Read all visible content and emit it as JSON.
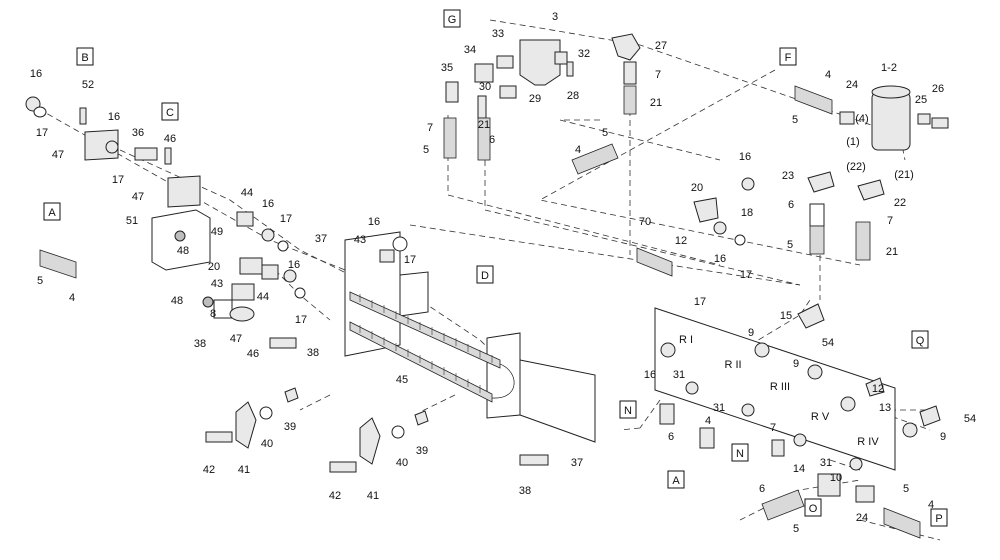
{
  "boxed_labels": [
    {
      "id": "B",
      "text": "B"
    },
    {
      "id": "C",
      "text": "C"
    },
    {
      "id": "A1",
      "text": "A"
    },
    {
      "id": "D",
      "text": "D"
    },
    {
      "id": "G",
      "text": "G"
    },
    {
      "id": "F",
      "text": "F"
    },
    {
      "id": "Q",
      "text": "Q"
    },
    {
      "id": "N1",
      "text": "N"
    },
    {
      "id": "A2",
      "text": "A"
    },
    {
      "id": "N2",
      "text": "N"
    },
    {
      "id": "O",
      "text": "O"
    },
    {
      "id": "P",
      "text": "P"
    }
  ],
  "callouts": [
    {
      "id": "c1",
      "text": "16"
    },
    {
      "id": "c2",
      "text": "17"
    },
    {
      "id": "c3",
      "text": "52"
    },
    {
      "id": "c4",
      "text": "16"
    },
    {
      "id": "c5",
      "text": "47"
    },
    {
      "id": "c6",
      "text": "17"
    },
    {
      "id": "c7",
      "text": "36"
    },
    {
      "id": "c8",
      "text": "46"
    },
    {
      "id": "c9",
      "text": "47"
    },
    {
      "id": "c10",
      "text": "44"
    },
    {
      "id": "c11",
      "text": "16"
    },
    {
      "id": "c12",
      "text": "17"
    },
    {
      "id": "c13",
      "text": "51"
    },
    {
      "id": "c14",
      "text": "49"
    },
    {
      "id": "c15",
      "text": "48"
    },
    {
      "id": "c16",
      "text": "5"
    },
    {
      "id": "c17",
      "text": "4"
    },
    {
      "id": "c18",
      "text": "20"
    },
    {
      "id": "c19",
      "text": "43"
    },
    {
      "id": "c20",
      "text": "44"
    },
    {
      "id": "c21",
      "text": "16"
    },
    {
      "id": "c22",
      "text": "48"
    },
    {
      "id": "c23",
      "text": "8"
    },
    {
      "id": "c24",
      "text": "38"
    },
    {
      "id": "c25",
      "text": "47"
    },
    {
      "id": "c26",
      "text": "46"
    },
    {
      "id": "c27",
      "text": "17"
    },
    {
      "id": "c28",
      "text": "38"
    },
    {
      "id": "c29",
      "text": "37"
    },
    {
      "id": "c30",
      "text": "43"
    },
    {
      "id": "c31",
      "text": "16"
    },
    {
      "id": "c32",
      "text": "17"
    },
    {
      "id": "c33",
      "text": "45"
    },
    {
      "id": "c34",
      "text": "39"
    },
    {
      "id": "c35",
      "text": "40"
    },
    {
      "id": "c36",
      "text": "42"
    },
    {
      "id": "c37",
      "text": "41"
    },
    {
      "id": "c38",
      "text": "39"
    },
    {
      "id": "c39",
      "text": "40"
    },
    {
      "id": "c40",
      "text": "42"
    },
    {
      "id": "c41",
      "text": "41"
    },
    {
      "id": "c42",
      "text": "38"
    },
    {
      "id": "c43",
      "text": "37"
    },
    {
      "id": "c44",
      "text": "3"
    },
    {
      "id": "c45",
      "text": "33"
    },
    {
      "id": "c46",
      "text": "34"
    },
    {
      "id": "c47",
      "text": "35"
    },
    {
      "id": "c48",
      "text": "32"
    },
    {
      "id": "c49",
      "text": "28"
    },
    {
      "id": "c50",
      "text": "29"
    },
    {
      "id": "c51",
      "text": "30"
    },
    {
      "id": "c52",
      "text": "21"
    },
    {
      "id": "c53",
      "text": "6"
    },
    {
      "id": "c54",
      "text": "7"
    },
    {
      "id": "c55",
      "text": "5"
    },
    {
      "id": "c56",
      "text": "27"
    },
    {
      "id": "c57",
      "text": "7"
    },
    {
      "id": "c58",
      "text": "21"
    },
    {
      "id": "c59",
      "text": "5"
    },
    {
      "id": "c60",
      "text": "4"
    },
    {
      "id": "c61",
      "text": "4"
    },
    {
      "id": "c62",
      "text": "1-2"
    },
    {
      "id": "c63",
      "text": "24"
    },
    {
      "id": "c64",
      "text": "26"
    },
    {
      "id": "c65",
      "text": "25"
    },
    {
      "id": "c66",
      "text": "5"
    },
    {
      "id": "c67",
      "text": "(4)"
    },
    {
      "id": "c68",
      "text": "(1)"
    },
    {
      "id": "c69",
      "text": "(22)"
    },
    {
      "id": "c70",
      "text": "(21)"
    },
    {
      "id": "c71",
      "text": "16"
    },
    {
      "id": "c72",
      "text": "23"
    },
    {
      "id": "c73",
      "text": "22"
    },
    {
      "id": "c74",
      "text": "20"
    },
    {
      "id": "c75",
      "text": "6"
    },
    {
      "id": "c76",
      "text": "18"
    },
    {
      "id": "c77",
      "text": "7"
    },
    {
      "id": "c78",
      "text": "16"
    },
    {
      "id": "c79",
      "text": "17"
    },
    {
      "id": "c80",
      "text": "5"
    },
    {
      "id": "c81",
      "text": "21"
    },
    {
      "id": "c82",
      "text": "70"
    },
    {
      "id": "c83",
      "text": "12"
    },
    {
      "id": "c84",
      "text": "15"
    },
    {
      "id": "c85",
      "text": "17"
    },
    {
      "id": "c86",
      "text": "9"
    },
    {
      "id": "c87",
      "text": "54"
    },
    {
      "id": "c88",
      "text": "9"
    },
    {
      "id": "c89",
      "text": "16"
    },
    {
      "id": "c90",
      "text": "31"
    },
    {
      "id": "c91",
      "text": "12"
    },
    {
      "id": "c92",
      "text": "31"
    },
    {
      "id": "c93",
      "text": "13"
    },
    {
      "id": "c94",
      "text": "54"
    },
    {
      "id": "c95",
      "text": "6"
    },
    {
      "id": "c96",
      "text": "4"
    },
    {
      "id": "c97",
      "text": "7"
    },
    {
      "id": "c98",
      "text": "9"
    },
    {
      "id": "c99",
      "text": "14"
    },
    {
      "id": "c100",
      "text": "31"
    },
    {
      "id": "c101",
      "text": "10"
    },
    {
      "id": "c102",
      "text": "6"
    },
    {
      "id": "c103",
      "text": "5"
    },
    {
      "id": "c104",
      "text": "24"
    },
    {
      "id": "c105",
      "text": "5"
    },
    {
      "id": "c106",
      "text": "4"
    }
  ],
  "roman_labels": [
    {
      "id": "r1",
      "text": "R I"
    },
    {
      "id": "r2",
      "text": "R II"
    },
    {
      "id": "r3",
      "text": "R III"
    },
    {
      "id": "r4",
      "text": "R V"
    },
    {
      "id": "r5",
      "text": "R IV"
    }
  ]
}
